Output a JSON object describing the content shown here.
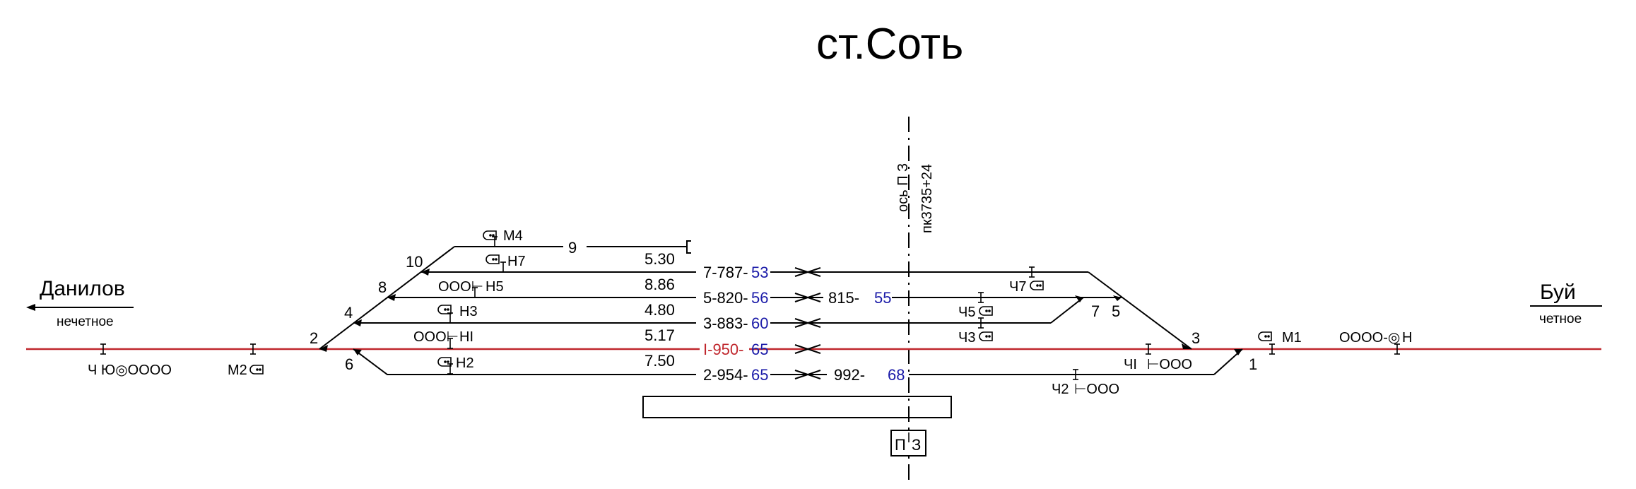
{
  "station": {
    "title": "ст.Соть",
    "axis_label": "ось П З",
    "picket_label": "пк3735+24",
    "building_label_left": "П",
    "building_label_right": "З"
  },
  "directions": {
    "left": {
      "name": "Данилов",
      "parity": "нечетное"
    },
    "right": {
      "name": "Буй",
      "parity": "четное"
    }
  },
  "colors": {
    "main_track": "#c0272d",
    "track": "#000000",
    "marker_blue": "#1a1aa8"
  },
  "tracks": [
    {
      "id": "9",
      "label": "9",
      "length": "5.30"
    },
    {
      "id": "7",
      "prefix": "7-787-",
      "marker": "53",
      "length": "8.86"
    },
    {
      "id": "5",
      "prefix": "5-820-",
      "marker": "56",
      "mid_prefix": "815-",
      "mid_marker": "55",
      "length": "4.80"
    },
    {
      "id": "3",
      "prefix": "3-883-",
      "marker": "60",
      "length": "5.17"
    },
    {
      "id": "I",
      "prefix": "I-950-",
      "marker": "65",
      "length": "7.50"
    },
    {
      "id": "2",
      "prefix": "2-954-",
      "marker": "65",
      "mid_prefix": "992-",
      "mid_marker": "68"
    }
  ],
  "switches": [
    "2",
    "4",
    "6",
    "8",
    "10",
    "7",
    "5",
    "3",
    "1"
  ],
  "signals": {
    "M4": "M4",
    "H7": "H7",
    "H5": "H5",
    "H3": "H3",
    "HI": "HI",
    "H2": "H2",
    "M2": "M2",
    "Ch": "Ч",
    "Ch7": "Ч7",
    "Ch5": "Ч5",
    "Ch3": "Ч3",
    "ChI": "ЧI",
    "Ch2": "Ч2",
    "M1": "M1",
    "H": "H"
  }
}
